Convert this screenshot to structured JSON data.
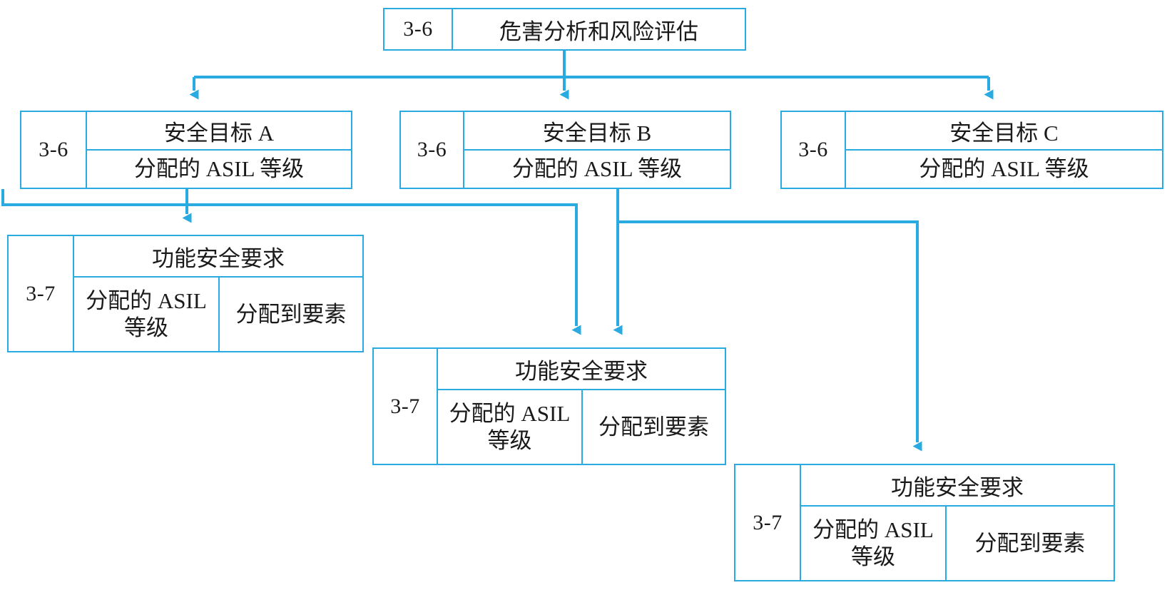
{
  "diagram": {
    "title": "ASIL allocation / safety goal decomposition tree",
    "accent_color": "#29abe2",
    "text_color": "#1a1a1a",
    "background_color": "#ffffff",
    "labels": {
      "hazard_analysis": "危害分析和风险评估",
      "safety_goal_a": "安全目标 A",
      "safety_goal_b": "安全目标 B",
      "safety_goal_c": "安全目标 C",
      "assigned_asil": "分配的 ASIL 等级",
      "functional_safety_requirement": "功能安全要求",
      "assigned_asil_wrapped": "分配的 ASIL 等级",
      "allocated_to_element": "分配到要素"
    },
    "clauses": {
      "hara": "3-6",
      "goal_a": "3-6",
      "goal_b": "3-6",
      "goal_c": "3-6",
      "fsr_1": "3-7",
      "fsr_2": "3-7",
      "fsr_3": "3-7"
    },
    "nodes": [
      {
        "id": "hara",
        "clause": "3-6",
        "title": "危害分析和风险评估",
        "rows": []
      },
      {
        "id": "goal-a",
        "clause": "3-6",
        "title": "安全目标 A",
        "rows": [
          "分配的 ASIL 等级"
        ]
      },
      {
        "id": "goal-b",
        "clause": "3-6",
        "title": "安全目标 B",
        "rows": [
          "分配的 ASIL 等级"
        ]
      },
      {
        "id": "goal-c",
        "clause": "3-6",
        "title": "安全目标 C",
        "rows": [
          "分配的 ASIL 等级"
        ]
      },
      {
        "id": "fsr-1",
        "clause": "3-7",
        "title": "功能安全要求",
        "rows": [
          "分配的 ASIL 等级",
          "分配到要素"
        ]
      },
      {
        "id": "fsr-2",
        "clause": "3-7",
        "title": "功能安全要求",
        "rows": [
          "分配的 ASIL 等级",
          "分配到要素"
        ]
      },
      {
        "id": "fsr-3",
        "clause": "3-7",
        "title": "功能安全要求",
        "rows": [
          "分配的 ASIL 等级",
          "分配到要素"
        ]
      }
    ],
    "edges": [
      {
        "from": "hara",
        "to": "goal-a"
      },
      {
        "from": "hara",
        "to": "goal-b"
      },
      {
        "from": "hara",
        "to": "goal-c"
      },
      {
        "from": "goal-a",
        "to": "fsr-1"
      },
      {
        "from": "goal-a",
        "to": "fsr-2"
      },
      {
        "from": "goal-b",
        "to": "fsr-2"
      },
      {
        "from": "goal-b",
        "to": "fsr-3"
      }
    ]
  }
}
